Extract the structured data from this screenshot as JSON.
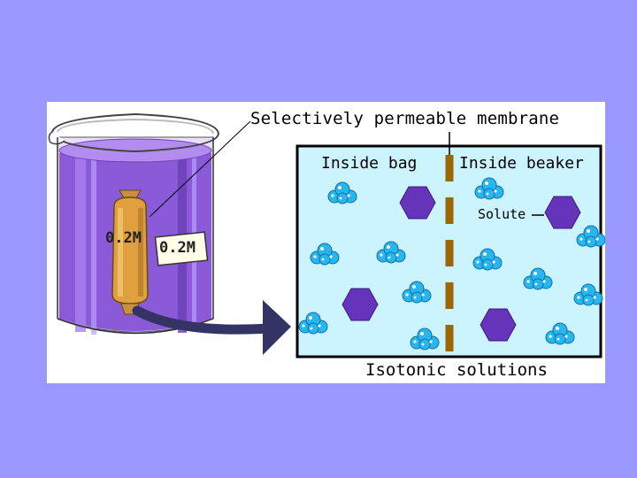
{
  "diagram": {
    "membrane_label": "Selectively permeable membrane",
    "inside_bag_label": "Inside bag",
    "inside_beaker_label": "Inside beaker",
    "solute_label": "Solute",
    "caption": "Isotonic solutions",
    "bag_concentration": "0.2M",
    "beaker_concentration": "0.2M"
  },
  "colors": {
    "slide_background": "#9999ff",
    "solution_purple": "#8a5ad8",
    "bag_tan": "#e0a040",
    "water_blue": "#27b6ee",
    "solute_purple": "#6633bb",
    "membrane_brown": "#996600",
    "zoom_panel": "#ccf4ff",
    "arrow_navy": "#333366"
  }
}
